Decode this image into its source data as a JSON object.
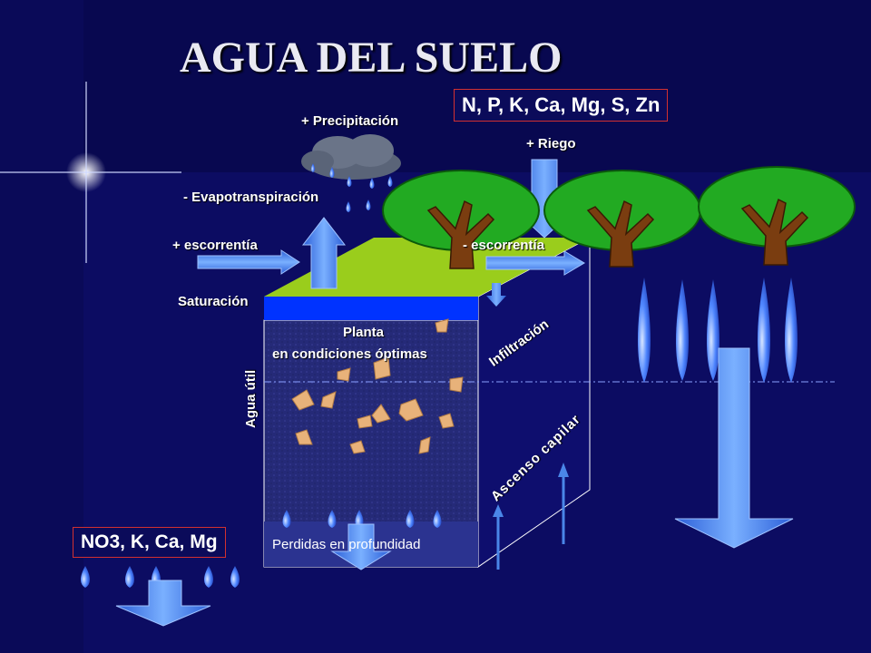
{
  "title": "AGUA DEL SUELO",
  "nutrients_top": "N, P, K, Ca, Mg, S, Zn",
  "nutrients_bottom": "NO3, K, Ca, Mg",
  "labels": {
    "precipitacion": "+ Precipitación",
    "riego": "+ Riego",
    "evapotranspiracion": "- Evapotranspiración",
    "escorrentia_plus": "+ escorrentía",
    "escorrentia_minus": "- escorrentía",
    "saturacion": "Saturación",
    "planta_line1": "Planta",
    "planta_line2": "en condiciones óptimas",
    "agua_util": "Agua útil",
    "infiltracion": "Infiltración",
    "ascenso_capilar": "Ascenso capilar",
    "perdidas": "Perdidas en profundidad"
  },
  "colors": {
    "background": "#0a0a5e",
    "soil_top": "#9acd1c",
    "saturation": "#0033ff",
    "arrow": "#4a86e8",
    "tree_foliage": "#22aa22",
    "tree_trunk": "#7a3d10",
    "box_border": "#d23030"
  }
}
